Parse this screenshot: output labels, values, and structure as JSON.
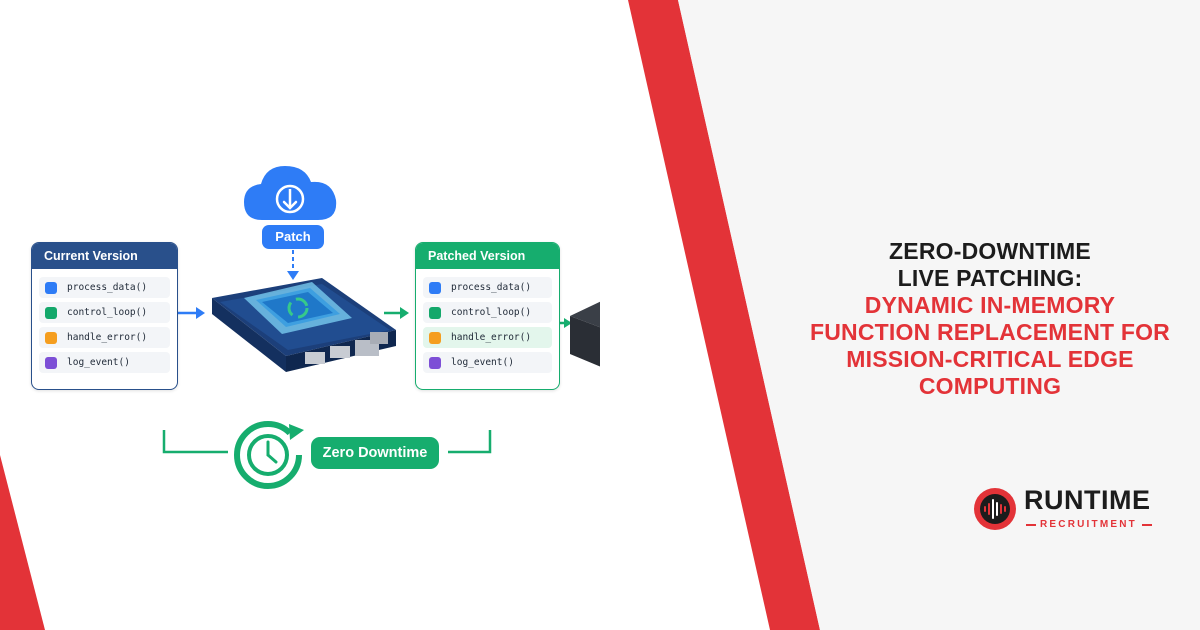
{
  "patch": {
    "label": "Patch",
    "icon": "cloud-download-icon"
  },
  "current_version": {
    "title": "Current Version",
    "header_color": "#29508b",
    "functions": [
      {
        "name": "process_data()",
        "color": "#2e7cf6"
      },
      {
        "name": "control_loop()",
        "color": "#14a86b"
      },
      {
        "name": "handle_error()",
        "color": "#f59e1f"
      },
      {
        "name": "log_event()",
        "color": "#7d4fd6"
      }
    ]
  },
  "patched_version": {
    "title": "Patched Version",
    "header_color": "#16ad6e",
    "functions": [
      {
        "name": "process_data()",
        "color": "#2e7cf6"
      },
      {
        "name": "control_loop()",
        "color": "#14a86b"
      },
      {
        "name": "handle_error()",
        "color": "#f59e1f",
        "highlight": true
      },
      {
        "name": "log_event()",
        "color": "#7d4fd6"
      }
    ]
  },
  "zero_downtime": {
    "label": "Zero Downtime",
    "icon": "clock-refresh-icon"
  },
  "headline": {
    "line1": "ZERO-DOWNTIME",
    "line2": "LIVE PATCHING:",
    "line3": "DYNAMIC IN-MEMORY",
    "line4": "FUNCTION REPLACEMENT FOR",
    "line5": "MISSION-CRITICAL EDGE",
    "line6": "COMPUTING"
  },
  "brand": {
    "name": "RUNTIME",
    "subtitle": "RECRUITMENT",
    "logo_icon": "soundwave-logo-icon"
  },
  "colors": {
    "accent_red": "#e33338",
    "blue": "#2e7cf6",
    "green": "#16ad6e",
    "navy": "#29508b",
    "dark_text": "#1c1c1c"
  }
}
